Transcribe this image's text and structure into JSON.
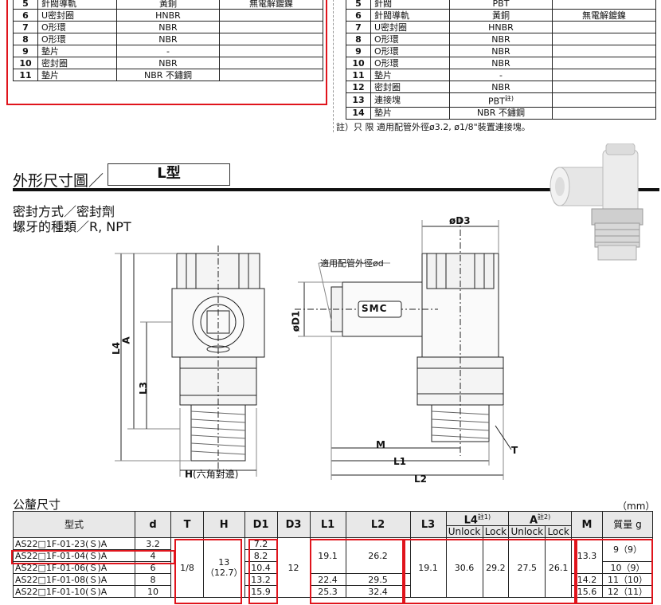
{
  "parts_left": [
    {
      "no": "5",
      "name": "針閥導軌",
      "material": "黃銅",
      "note": "無電解鍍鎳"
    },
    {
      "no": "6",
      "name": "U密封圈",
      "material": "HNBR",
      "note": ""
    },
    {
      "no": "7",
      "name": "O形環",
      "material": "NBR",
      "note": ""
    },
    {
      "no": "8",
      "name": "O形環",
      "material": "NBR",
      "note": ""
    },
    {
      "no": "9",
      "name": "墊片",
      "material": "-",
      "note": ""
    },
    {
      "no": "10",
      "name": "密封圈",
      "material": "NBR",
      "note": ""
    },
    {
      "no": "11",
      "name": "墊片",
      "material": "NBR 不鏽鋼",
      "note": ""
    }
  ],
  "parts_right": [
    {
      "no": "5",
      "name": "針閥",
      "material": "PBT",
      "note": ""
    },
    {
      "no": "6",
      "name": "針閥導軌",
      "material": "黃銅",
      "note": "無電解鍍鎳"
    },
    {
      "no": "7",
      "name": "U密封圈",
      "material": "HNBR",
      "note": ""
    },
    {
      "no": "8",
      "name": "O形環",
      "material": "NBR",
      "note": ""
    },
    {
      "no": "9",
      "name": "O形環",
      "material": "NBR",
      "note": ""
    },
    {
      "no": "10",
      "name": "O形環",
      "material": "NBR",
      "note": ""
    },
    {
      "no": "11",
      "name": "墊片",
      "material": "-",
      "note": ""
    },
    {
      "no": "12",
      "name": "密封圈",
      "material": "NBR",
      "note": ""
    },
    {
      "no": "13",
      "name": "連接塊",
      "material": "PBT",
      "material_sup": "註)",
      "note": ""
    },
    {
      "no": "14",
      "name": "墊片",
      "material": "NBR 不鏽鋼",
      "note": ""
    }
  ],
  "parts_note": "註）只 限 適用配管外徑ø3.2, ø1/8\"裝置連接塊。",
  "section": {
    "title": "外形尺寸圖／",
    "type_label": "L型",
    "seal_line": "密封方式／密封劑",
    "thread_line": "螺牙的種類／R, NPT"
  },
  "drawing": {
    "front": {
      "L4": "L4",
      "A": "A",
      "L3": "L3",
      "H": "H",
      "H_note": "(六角對邊)"
    },
    "side": {
      "D3": "øD3",
      "pipe_label": "適用配管外徑ød",
      "D1": "øD1",
      "M": "M",
      "T": "T",
      "L1": "L1",
      "L2": "L2",
      "logo": "SMC"
    }
  },
  "dims": {
    "title": "公釐尺寸",
    "unit": "（mm）",
    "headers": {
      "model": "型式",
      "d": "d",
      "T": "T",
      "H": "H",
      "D1": "D1",
      "D3": "D3",
      "L1": "L1",
      "L2": "L2",
      "L3": "L3",
      "L4": "L4",
      "L4_sup": "註1)",
      "A": "A",
      "A_sup": "註2)",
      "M": "M",
      "mass": "質量 g",
      "unlock": "Unlock",
      "lock": "Lock"
    },
    "rows": [
      {
        "model": "AS22□1F-01-23(Ｓ)A",
        "d": "3.2",
        "D1": "7.2"
      },
      {
        "model": "AS22□1F-01-04(Ｓ)A",
        "d": "4",
        "D1": "8.2"
      },
      {
        "model": "AS22□1F-01-06(Ｓ)A",
        "d": "6",
        "D1": "10.4"
      },
      {
        "model": "AS22□1F-01-08(Ｓ)A",
        "d": "8",
        "D1": "13.2"
      },
      {
        "model": "AS22□1F-01-10(Ｓ)A",
        "d": "10",
        "D1": "15.9"
      }
    ],
    "T": "1/8",
    "H": "13",
    "H_alt": "（12.7）",
    "D3": "12",
    "L1_a": "19.1",
    "L2_a": "26.2",
    "L1_b": "22.4",
    "L2_b": "29.5",
    "L1_c": "25.3",
    "L2_c": "32.4",
    "L3": "19.1",
    "L4_unlock": "30.6",
    "L4_lock": "29.2",
    "A_unlock": "27.5",
    "A_lock": "26.1",
    "M_a": "13.3",
    "M_b": "14.2",
    "M_c": "15.6",
    "mass_a": "9（9）",
    "mass_b": "10（9）",
    "mass_c": "11（10）",
    "mass_d": "12（11）"
  }
}
